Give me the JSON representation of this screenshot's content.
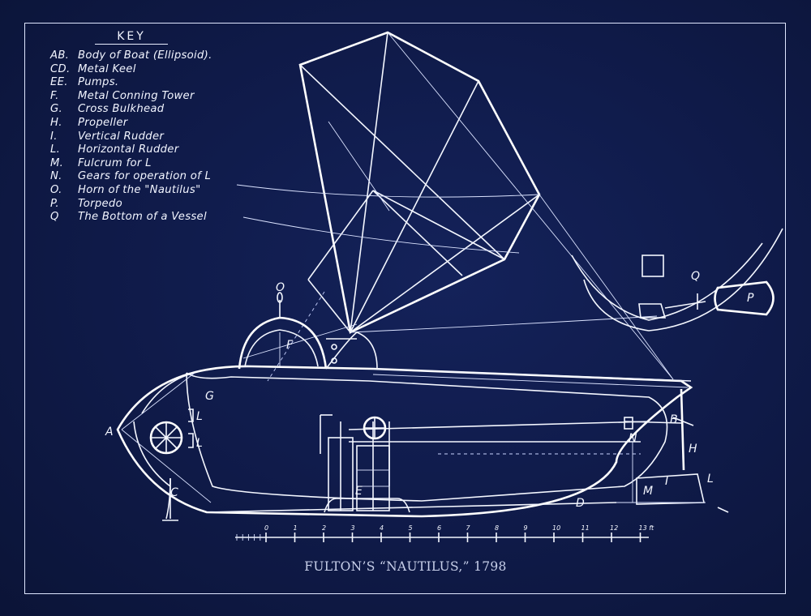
{
  "key": {
    "title": "KEY",
    "items": [
      {
        "code": "AB.",
        "text": "Body of Boat (Ellipsoid)."
      },
      {
        "code": "CD.",
        "text": "Metal Keel"
      },
      {
        "code": "EE.",
        "text": "Pumps."
      },
      {
        "code": "F.",
        "text": "Metal Conning Tower"
      },
      {
        "code": "G.",
        "text": "Cross Bulkhead"
      },
      {
        "code": "H.",
        "text": "Propeller"
      },
      {
        "code": "I.",
        "text": "Vertical Rudder"
      },
      {
        "code": "L.",
        "text": "Horizontal Rudder"
      },
      {
        "code": "M.",
        "text": "Fulcrum for L"
      },
      {
        "code": "N.",
        "text": "Gears for operation of L"
      },
      {
        "code": "O.",
        "text": "Horn of the \"Nautilus\""
      },
      {
        "code": "P.",
        "text": "Torpedo"
      },
      {
        "code": "Q",
        "text": "The Bottom of a Vessel"
      }
    ]
  },
  "labels": {
    "A": "A",
    "B": "B",
    "C": "C",
    "D": "D",
    "E": "E",
    "F": "F",
    "G": "G",
    "H": "H",
    "I": "I",
    "L1": "L",
    "L2": "L",
    "L3": "L",
    "M": "M",
    "N": "N",
    "O": "O",
    "P": "P",
    "Q": "Q"
  },
  "scale": {
    "ticks": [
      "0",
      "1",
      "2",
      "3",
      "4",
      "5",
      "6",
      "7",
      "8",
      "9",
      "10",
      "11",
      "12",
      "13 ft"
    ]
  },
  "caption": "FULTON’S “NAUTILUS,” 1798",
  "colors": {
    "background": "#0f1a45",
    "ink": "#f4f7ff"
  }
}
